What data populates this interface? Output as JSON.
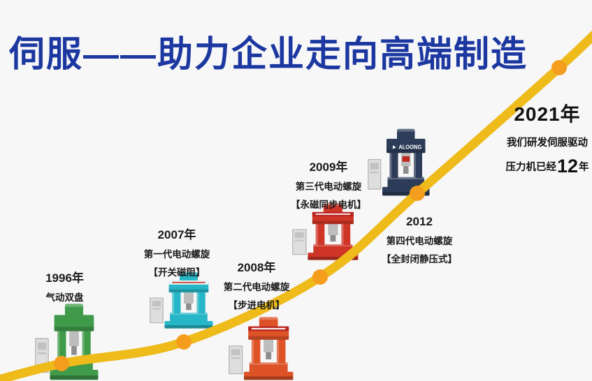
{
  "title": "伺服——助力企业走向高端制造",
  "milestones": [
    {
      "year": "1996年",
      "line1": "气动双盘",
      "machine_color": "#3f9a4a"
    },
    {
      "year": "2007年",
      "line1": "第一代电动螺旋",
      "line2": "【开关磁阻】",
      "machine_color": "#27b6c7"
    },
    {
      "year": "2008年",
      "line1": "第二代电动螺旋",
      "line2": "【步进电机】",
      "machine_color": "#dd5226"
    },
    {
      "year": "2009年",
      "line1": "第三代电动螺旋",
      "line2": "【永磁同步电机】",
      "machine_color": "#cf3526"
    },
    {
      "year": "2012",
      "line1": "第四代电动螺旋",
      "line2": "【全封闭静压式】",
      "machine_color": "#2d3c58",
      "machine_brand": "ALOONG"
    }
  ],
  "endpoint": {
    "year": "2021年",
    "line1": "我们研发伺服驱动",
    "line2_prefix": "压力机已经",
    "line2_number": "12",
    "line2_suffix": "年"
  },
  "colors": {
    "background": "#f7f7f8",
    "title": "#1c38a0",
    "curve": "#eebb1b",
    "dot": "#f59e1d"
  }
}
